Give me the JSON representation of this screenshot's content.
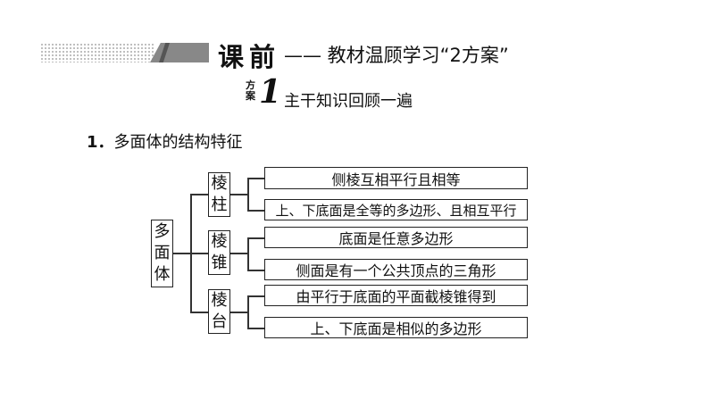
{
  "header": {
    "title": "课前",
    "subtitle": "—— 教材温顾学习“2方案”"
  },
  "scheme": {
    "label_top": "方",
    "label_bottom": "案",
    "number": "1",
    "title": "主干知识回顾一遍"
  },
  "section": {
    "number": "1．",
    "title": "多面体的结构特征"
  },
  "tree": {
    "root": "多面体",
    "branches": [
      {
        "name": "棱柱",
        "items": [
          "侧棱互相平行且相等",
          "上、下底面是全等的多边形、且相互平行"
        ]
      },
      {
        "name": "棱锥",
        "items": [
          "底面是任意多边形",
          "侧面是有一个公共顶点的三角形"
        ]
      },
      {
        "name": "棱台",
        "items": [
          "由平行于底面的平面截棱锥得到",
          "上、下底面是相似的多边形"
        ]
      }
    ]
  }
}
